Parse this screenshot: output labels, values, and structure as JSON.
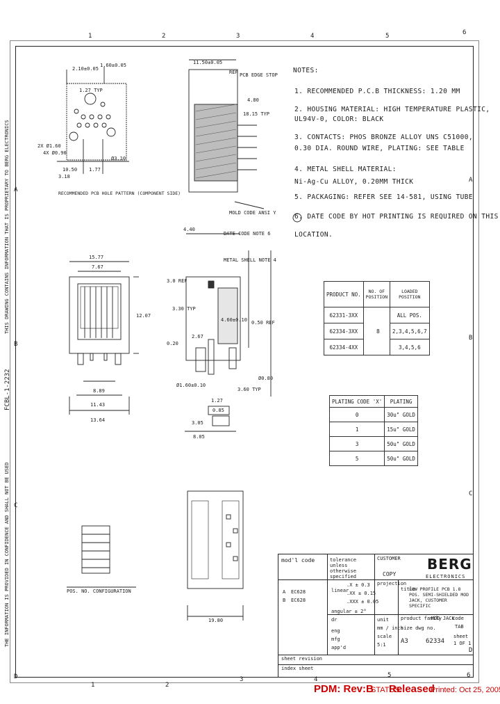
{
  "border": {
    "top_numbers": [
      "1",
      "2",
      "3",
      "4",
      "5",
      "6"
    ],
    "bottom_numbers": [
      "1",
      "2",
      "3",
      "4",
      "5",
      "6"
    ],
    "right_letters": [
      "A",
      "B",
      "C",
      "D"
    ],
    "left_letters": [
      "A",
      "B",
      "C",
      "D"
    ]
  },
  "notes": {
    "title": "NOTES:",
    "items": [
      "1. RECOMMENDED P.C.B THICKNESS: 1.20 MM",
      "2. HOUSING MATERIAL: HIGH TEMPERATURE PLASTIC,",
      "   UL94V-0, COLOR: BLACK",
      "3. CONTACTS: PHOS BRONZE ALLOY UNS C51000,",
      "   0.30 DIA. ROUND WIRE, PLATING: SEE TABLE",
      "4. METAL SHELL MATERIAL:",
      "   Ni-Ag-Cu ALLOY, 0.20MM THICK",
      "5. PACKAGING: REFER SEE 14-581, USING TUBE",
      "6. DATE CODE BY HOT PRINTING IS REQUIRED ON THIS",
      "   LOCATION."
    ]
  },
  "dims_top_view": [
    "2.10±0.05",
    "1.60±0.05",
    "1.27 TYP",
    "2X Ø1.60",
    "4X Ø0.90",
    "Ø3.10",
    "10.50",
    "1.77",
    "3.18"
  ],
  "dims_side_view": [
    "11.50±0.05",
    "REF",
    "PCB EDGE STOP",
    "4.80",
    "18.15 TYP",
    "MOLD CODE ANSI Y"
  ],
  "dims_front_view": [
    "15.77",
    "7.67",
    "12.07",
    "8.89",
    "11.43",
    "13.64"
  ],
  "dims_mid_view": [
    "4.40",
    "DATE CODE NOTE 6",
    "METAL SHELL NOTE 4",
    "3.0 REF",
    "3.30 TYP",
    "2.67",
    "Ø1.60±0.10",
    "0.20",
    "4.60±0.10",
    "0.50 REF",
    "3.60 TYP",
    "1.27",
    "0.85",
    "3.05",
    "8.05",
    "Ø0.80"
  ],
  "label_recommended": "RECOMMENDED PCB HOLE PATTERN (COMPONENT SIDE)",
  "label_config": "POS. NO. CONFIGURATION",
  "bottom_dim": "19.80",
  "product_table": {
    "headers": [
      "PRODUCT NO.",
      "NO. OF POSITION",
      "LOADED POSITION"
    ],
    "rows": [
      [
        "62331-3XX",
        "",
        "ALL POS."
      ],
      [
        "62334-3XX",
        "8",
        "2,3,4,5,6,7"
      ],
      [
        "62334-4XX",
        "",
        "3,4,5,6"
      ]
    ]
  },
  "plating_table": {
    "headers": [
      "PLATING CODE 'X'",
      "PLATING"
    ],
    "rows": [
      [
        "0",
        "30u\" GOLD"
      ],
      [
        "1",
        "15u\" GOLD"
      ],
      [
        "3",
        "50u\" GOLD"
      ],
      [
        "5",
        "50u\" GOLD"
      ]
    ]
  },
  "title_block": {
    "mod_code": "mod'l code",
    "tolerance": "tolerance unless otherwise specified",
    "customer": "CUSTOMER",
    "copy": "COPY",
    "company": "BERG",
    "company_sub": "ELECTRONICS",
    "linear": "linear",
    "tol1": ".X ± 0.3",
    "tol2": ".XX ± 0.15",
    "tol3": ".XXX ± 0.05",
    "angular": "angular ± 2°",
    "title_label": "title",
    "title_text": "LOW PROFILE PCB 1.8 POS. SEMI-SHIELDED MOD JACK, CUSTOMER SPECIFIC",
    "projection": "projection",
    "dr": "dr",
    "eng": "eng",
    "mfg": "mfg",
    "appd": "app'd",
    "unit": "unit",
    "unit_val": "mm / inch",
    "scale": "scale",
    "scale_val": "5:1",
    "size": "size",
    "size_val": "A3",
    "product_family": "product family",
    "product_family_val": "MOD JACK",
    "code": "code",
    "code_val": "TAB",
    "dwg_no": "size dwg no.",
    "dwg_no_val": "62334",
    "sheet": "sheet",
    "sheet_val": "1 OF 1",
    "rev_a": "A",
    "rev_b": "B",
    "rev_a_num": "EC628",
    "rev_b_num": "EC628",
    "sheet_revision": "sheet revision",
    "index_sheet": "index sheet"
  },
  "footer": {
    "pdm": "PDM: Rev:B",
    "status_label": "STATUS:",
    "status_value": "Released",
    "printed": "Printed: Oct 25, 2005"
  },
  "side_text": {
    "left_1": "THIS DRAWING CONTAINS INFORMATION THAT IS PROPRIETARY TO BERG ELECTRONICS",
    "left_2": "FCBL-1-2232",
    "left_3": "THE INFORMATION IS PROVIDED IN CONFIDENCE AND SHALL NOT BE USED"
  },
  "colors": {
    "ink": "#1a1a1a",
    "footer_red": "#cc0000"
  }
}
